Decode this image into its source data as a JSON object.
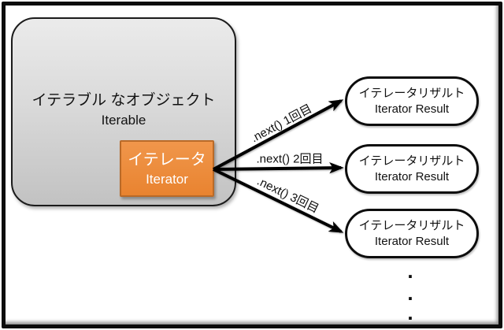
{
  "diagram": {
    "iterable": {
      "label_ja": "イテラブル なオブジェクト",
      "label_en": "Iterable"
    },
    "iterator": {
      "label_ja": "イテレータ",
      "label_en": "Iterator"
    },
    "next_calls": [
      {
        "label": ".next() 1回目"
      },
      {
        "label": ".next() 2回目"
      },
      {
        "label": ".next() 3回目"
      }
    ],
    "results": [
      {
        "label_ja": "イテレータリザルト",
        "label_en": "Iterator Result"
      },
      {
        "label_ja": "イテレータリザルト",
        "label_en": "Iterator Result"
      },
      {
        "label_ja": "イテレータリザルト",
        "label_en": "Iterator Result"
      }
    ],
    "ellipsis_dots": [
      ".",
      ".",
      "."
    ],
    "colors": {
      "iterator_fill_top": "#F0964B",
      "iterator_fill_bottom": "#E98330",
      "iterator_border": "#B96A28",
      "iterable_fill_top": "#EBEBEB",
      "iterable_fill_bottom": "#C2C2C2",
      "outline": "#000000",
      "background": "#FFFFFF"
    }
  }
}
